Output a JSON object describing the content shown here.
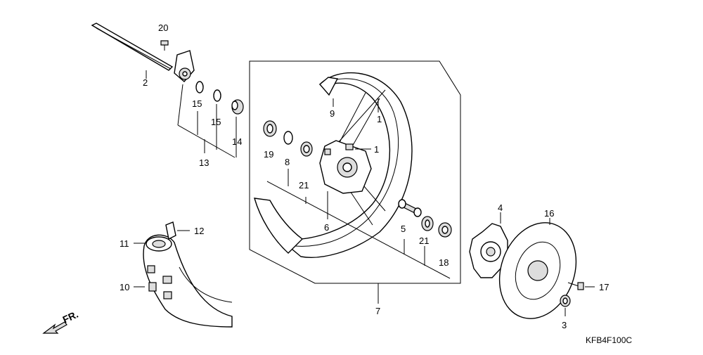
{
  "diagram": {
    "code": "KFB4F100C",
    "direction_label": "FR.",
    "callouts": {
      "c1a": "1",
      "c1b": "1",
      "c2": "2",
      "c3": "3",
      "c4": "4",
      "c5": "5",
      "c6": "6",
      "c7": "7",
      "c8": "8",
      "c9": "9",
      "c10": "10",
      "c11": "11",
      "c12": "12",
      "c13": "13",
      "c14": "14",
      "c15a": "15",
      "c15b": "15",
      "c16": "16",
      "c17": "17",
      "c18": "18",
      "c19": "19",
      "c20": "20",
      "c21a": "21",
      "c21b": "21"
    }
  }
}
